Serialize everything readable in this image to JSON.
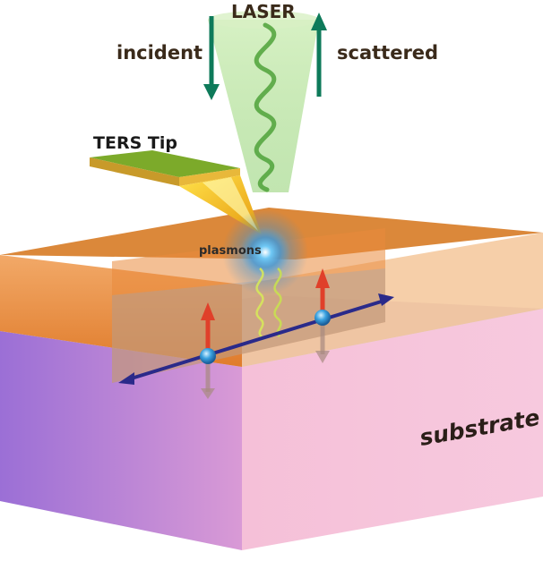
{
  "labels": {
    "laser": "LASER",
    "incident": "incident",
    "scattered": "scattered",
    "ters_tip": "TERS Tip",
    "plasmons": "plasmons",
    "substrate": "substrate"
  },
  "colors": {
    "text": "#3a2a1a",
    "arrow_green": "#0e7a5a",
    "beam_green": "#9fd86a",
    "wave_green": "#4fa23a",
    "sample_orange": "#e8883a",
    "substrate_pink": "#f2b8cf",
    "substrate_purple": "#a77bd8",
    "plasmon_blue": "#3fa6e0",
    "dipole_red": "#e0402a",
    "axis_navy": "#2a2a8a"
  }
}
